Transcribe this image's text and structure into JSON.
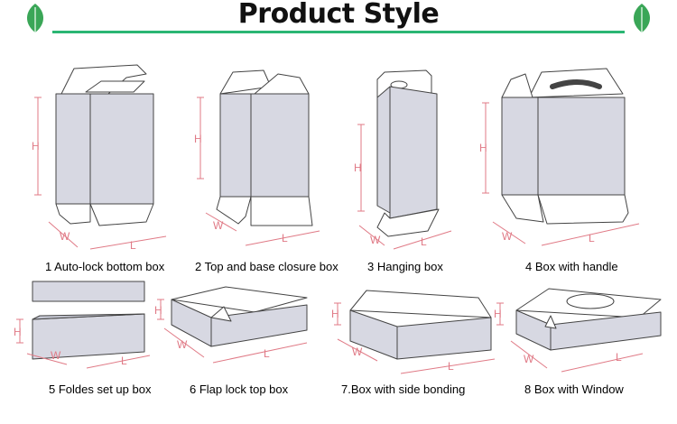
{
  "header": {
    "title": "Product Style"
  },
  "dimension_labels": {
    "height": "H",
    "width": "W",
    "length": "L"
  },
  "products": [
    {
      "caption": "1 Auto-lock bottom box"
    },
    {
      "caption": "2 Top and base closure box"
    },
    {
      "caption": "3 Hanging box"
    },
    {
      "caption": "4 Box with handle"
    },
    {
      "caption": "5 Foldes set up box"
    },
    {
      "caption": "6 Flap lock top box"
    },
    {
      "caption": "7.Box with side bonding"
    },
    {
      "caption": "8 Box with Window"
    }
  ],
  "colors": {
    "accent_green": "#2bb673",
    "leaf_green": "#3aa657",
    "dimension_pink": "#e07a86",
    "box_fill": "#d7d8e2",
    "outline": "#444444"
  }
}
